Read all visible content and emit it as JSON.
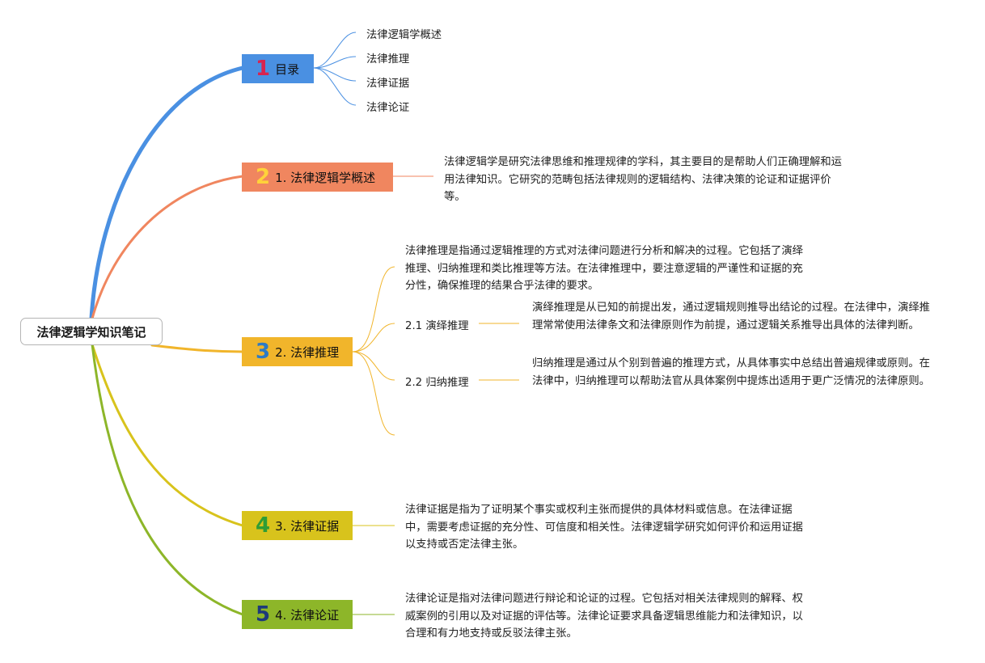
{
  "root": {
    "title": "法律逻辑学知识笔记"
  },
  "colors": {
    "toc": "#4a90e2",
    "overview": "#f0865f",
    "reasoning": "#f1b52b",
    "evidence": "#d8c31c",
    "argument": "#8db629",
    "num1": "#d9234f",
    "num2": "#ffd23a",
    "num3": "#2e7bc4",
    "num4": "#2f9d35",
    "num5": "#1d3a7a"
  },
  "branches": {
    "toc": {
      "number": "1",
      "label": "目录",
      "items": [
        "法律逻辑学概述",
        "法律推理",
        "法律证据",
        "法律论证"
      ]
    },
    "overview": {
      "number": "2",
      "label": "1. 法律逻辑学概述",
      "note": "法律逻辑学是研究法律思维和推理规律的学科，其主要目的是帮助人们正确理解和运用法律知识。它研究的范畴包括法律规则的逻辑结构、法律决策的论证和证据评价等。"
    },
    "reasoning": {
      "number": "3",
      "label": "2. 法律推理",
      "note": "法律推理是指通过逻辑推理的方式对法律问题进行分析和解决的过程。它包括了演绎推理、归纳推理和类比推理等方法。在法律推理中，要注意逻辑的严谨性和证据的充分性，确保推理的结果合乎法律的要求。",
      "sub": [
        {
          "label": "2.1 演绎推理",
          "note": "演绎推理是从已知的前提出发，通过逻辑规则推导出结论的过程。在法律中，演绎推理常常使用法律条文和法律原则作为前提，通过逻辑关系推导出具体的法律判断。"
        },
        {
          "label": "2.2 归纳推理",
          "note": "归纳推理是通过从个别到普遍的推理方式，从具体事实中总结出普遍规律或原则。在法律中，归纳推理可以帮助法官从具体案例中提炼出适用于更广泛情况的法律原则。"
        }
      ]
    },
    "evidence": {
      "number": "4",
      "label": "3. 法律证据",
      "note": "法律证据是指为了证明某个事实或权利主张而提供的具体材料或信息。在法律证据中，需要考虑证据的充分性、可信度和相关性。法律逻辑学研究如何评价和运用证据以支持或否定法律主张。"
    },
    "argument": {
      "number": "5",
      "label": "4. 法律论证",
      "note": "法律论证是指对法律问题进行辩论和论证的过程。它包括对相关法律规则的解释、权威案例的引用以及对证据的评估等。法律论证要求具备逻辑思维能力和法律知识，以合理和有力地支持或反驳法律主张。"
    }
  }
}
